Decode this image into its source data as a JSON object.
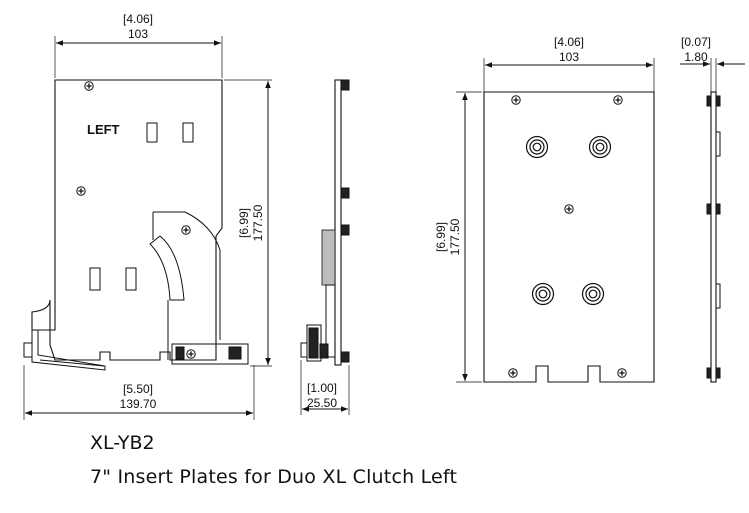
{
  "caption": {
    "model": "XL-YB2",
    "description": "7\" Insert Plates for Duo XL Clutch Left"
  },
  "plate_label": "LEFT",
  "dimensions": {
    "left_width_in": "[4.06]",
    "left_width_mm": "103",
    "left_height_in": "[6.99]",
    "left_height_mm": "177.50",
    "overall_width_in": "[5.50]",
    "overall_width_mm": "139.70",
    "side_depth_in": "[1.00]",
    "side_depth_mm": "25.50",
    "right_width_in": "[4.06]",
    "right_width_mm": "103",
    "right_height_in": "[6.99]",
    "right_height_mm": "177.50",
    "thickness_in": "[0.07]",
    "thickness_mm": "1.80"
  }
}
